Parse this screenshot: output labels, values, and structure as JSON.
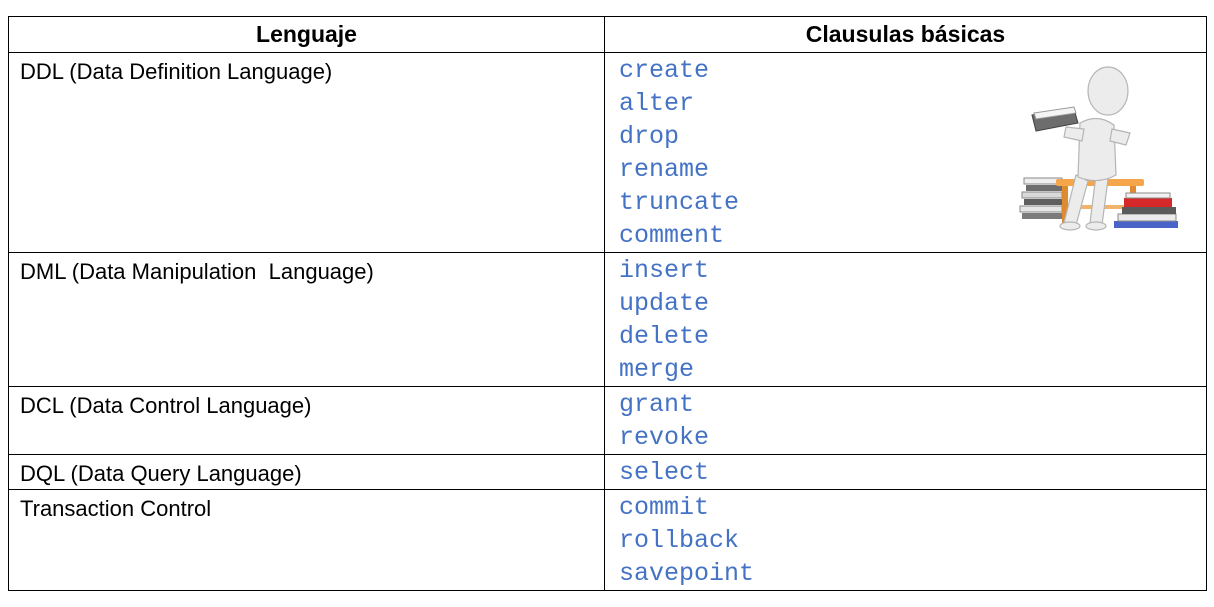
{
  "table": {
    "headers": {
      "language": "Lenguaje",
      "clauses": "Clausulas básicas"
    },
    "rows": [
      {
        "language": "DDL (Data Definition Language)",
        "clauses": [
          "create",
          "alter",
          "drop",
          "rename",
          "truncate",
          "comment"
        ]
      },
      {
        "language": "DML (Data Manipulation  Language)",
        "clauses": [
          "insert",
          "update",
          "delete",
          "merge"
        ]
      },
      {
        "language": "DCL (Data Control Language)",
        "clauses": [
          "grant",
          "revoke"
        ]
      },
      {
        "language": "DQL (Data Query Language)",
        "clauses": [
          "select"
        ]
      },
      {
        "language": "Transaction Control",
        "clauses": [
          "commit",
          "rollback",
          "savepoint"
        ]
      }
    ]
  },
  "colors": {
    "keyword": "#4472c4",
    "border": "#000000",
    "text": "#000000"
  },
  "illustration": {
    "icon": "person-reading-on-books-icon"
  }
}
